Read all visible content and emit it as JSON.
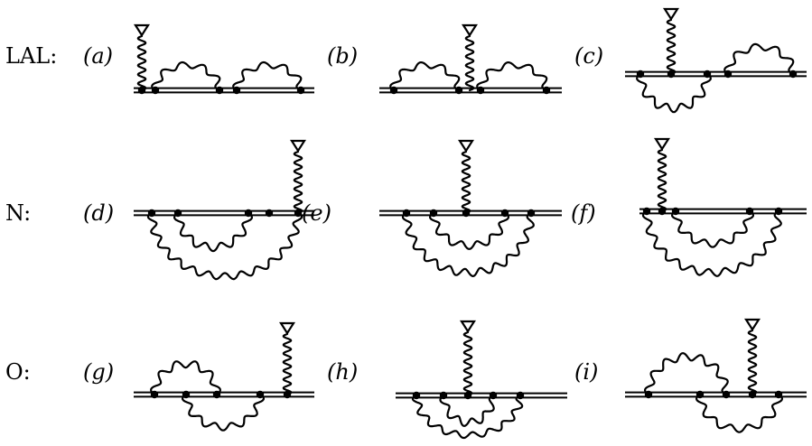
{
  "rows": [
    {
      "label": "LAL:"
    },
    {
      "label": "N:"
    },
    {
      "label": "O:"
    }
  ],
  "panels": [
    {
      "label": "(a)"
    },
    {
      "label": "(b)"
    },
    {
      "label": "(c)"
    },
    {
      "label": "(d)"
    },
    {
      "label": "(e)"
    },
    {
      "label": "(f)"
    },
    {
      "label": "(g)"
    },
    {
      "label": "(h)"
    },
    {
      "label": "(i)"
    }
  ]
}
